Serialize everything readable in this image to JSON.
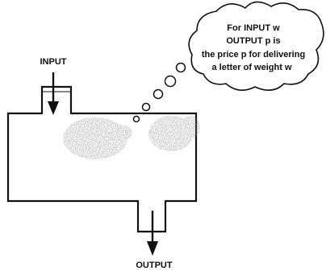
{
  "labels": {
    "input": "INPUT",
    "output": "OUTPUT"
  },
  "thought": {
    "lines": [
      "For INPUT w",
      "OUTPUT p is",
      "the price p for delivering",
      "a letter of weight w"
    ]
  },
  "colors": {
    "ink": "#111111",
    "background": "#ffffff",
    "speckle": "#8a8a8a"
  }
}
